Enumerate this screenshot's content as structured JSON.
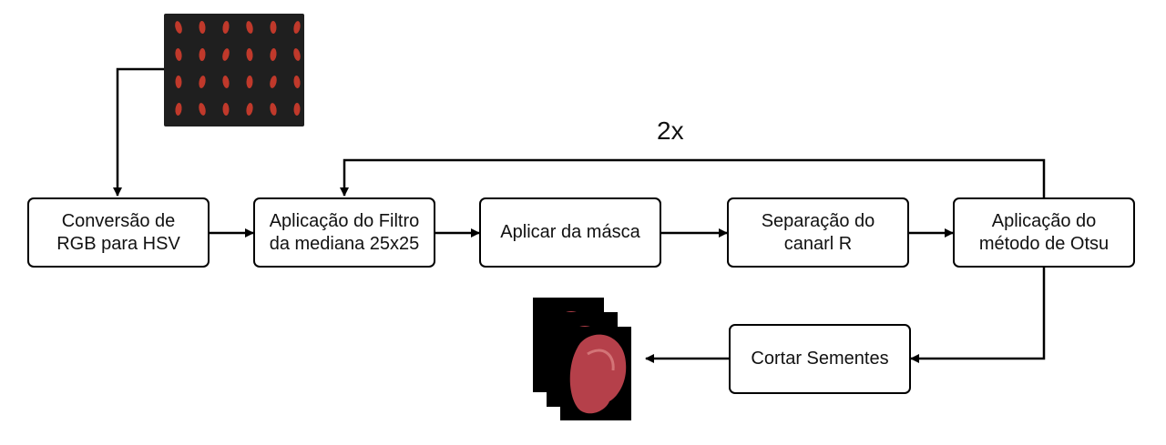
{
  "steps": {
    "rgb_to_hsv": "Conversão de\nRGB para HSV",
    "median_filter": "Aplicação do Filtro\nda mediana 25x25",
    "apply_mask": "Aplicar da másca",
    "split_channel": "Separação do\ncanarl R",
    "otsu": "Aplicação do\nmétodo de Otsu",
    "crop_seeds": "Cortar Sementes"
  },
  "loop_label": "2x",
  "colors": {
    "line": "#000000",
    "input_background": "#1f1f1f",
    "seed": "#c0392b",
    "crop_background": "#000000",
    "crop_seed": "#b5404a"
  },
  "images": {
    "input": {
      "name": "seed-tray-image",
      "seed_rows": 4,
      "seed_cols": 6
    },
    "output": {
      "name": "cropped-seed-stack",
      "count": 3
    }
  }
}
